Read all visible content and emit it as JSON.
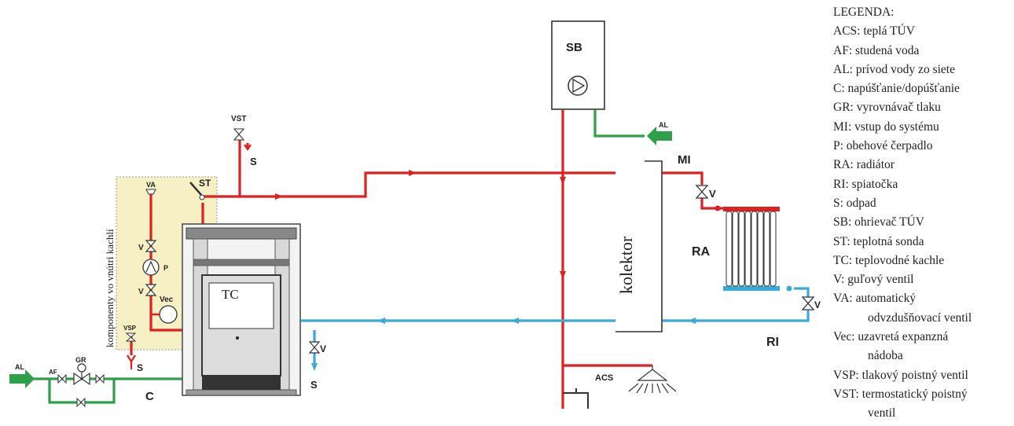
{
  "labels": {
    "sb": "SB",
    "al_top": "AL",
    "mi": "MI",
    "vst": "VST",
    "s_vst": "S",
    "va": "VA",
    "st": "ST",
    "v_box1": "V",
    "p": "P",
    "v_box2": "V",
    "vec": "Vec",
    "vsp": "VSP",
    "s_vsp": "S",
    "box_caption": "komponenty vo vnútri kachlí",
    "tc": "TC",
    "al_left": "AL",
    "af": "AF",
    "gr": "GR",
    "c": "C",
    "v_ret": "V",
    "s_ret": "S",
    "kolektor": "kolektor",
    "v_mi": "V",
    "ra": "RA",
    "v_ri": "V",
    "ri": "RI",
    "acs": "ACS"
  },
  "legend": {
    "title": "LEGENDA:",
    "items": [
      {
        "key": "ACS",
        "desc": "teplá TÚV"
      },
      {
        "key": "AF",
        "desc": "studená voda"
      },
      {
        "key": "AL",
        "desc": "prívod vody zo siete"
      },
      {
        "key": "C",
        "desc": "napúšťanie/dopúšťanie"
      },
      {
        "key": "GR",
        "desc": "vyrovnávač tlaku"
      },
      {
        "key": "MI",
        "desc": "vstup do systému"
      },
      {
        "key": "P",
        "desc": "obehové čerpadlo"
      },
      {
        "key": "RA",
        "desc": "radiátor"
      },
      {
        "key": "RI",
        "desc": "spiatočka"
      },
      {
        "key": "S",
        "desc": "odpad"
      },
      {
        "key": "SB",
        "desc": "ohrievač TÚV"
      },
      {
        "key": "ST",
        "desc": "teplotná sonda"
      },
      {
        "key": "TC",
        "desc": "teplovodné kachle"
      },
      {
        "key": "V",
        "desc": "guľový ventil"
      },
      {
        "key": "VA",
        "desc": "automatický",
        "cont": "odvzdušňovací ventil"
      },
      {
        "key": "Vec",
        "desc": "uzavretá expanzná",
        "cont": "nádoba"
      },
      {
        "key": "VSP",
        "desc": "tlakový poistný ventil"
      },
      {
        "key": "VST",
        "desc": "termostatický poistný",
        "cont": "ventil"
      }
    ]
  },
  "colors": {
    "hot": "#dd2020",
    "return": "#3aaad8",
    "cold": "#2ea04a",
    "box": "#f6f0c4"
  }
}
